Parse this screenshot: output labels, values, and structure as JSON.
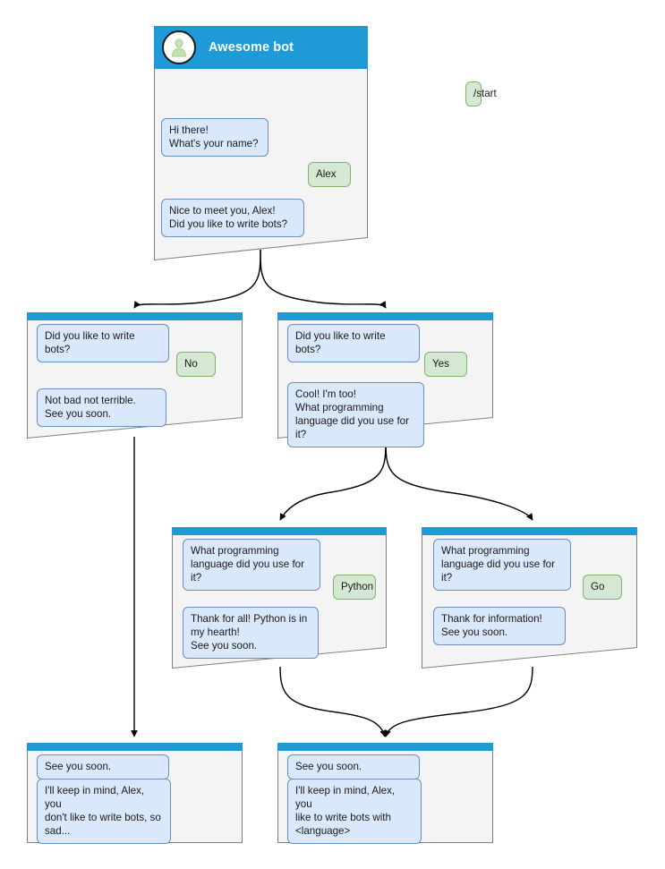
{
  "diagram": {
    "title": "Awesome bot conversation flow",
    "colors": {
      "header_blue": "#1e9ad6",
      "card_bg": "#f4f4f4",
      "card_border": "#808080",
      "bot_bubble_fill": "#dae8fc",
      "bot_bubble_border": "#6c8ebf",
      "user_bubble_fill": "#d5e8d4",
      "user_bubble_border": "#82b366",
      "avatar_person": "#a9d08e",
      "edge_stroke": "#000000"
    },
    "icons": {
      "avatar": "person-icon"
    }
  },
  "nodes": [
    {
      "id": "start",
      "header": {
        "type": "titled",
        "bot_name": "Awesome bot"
      },
      "messages": [
        {
          "role": "user",
          "text": "/start"
        },
        {
          "role": "bot",
          "text": "Hi there!\nWhat's your name?"
        },
        {
          "role": "user",
          "text": "Alex"
        },
        {
          "role": "bot",
          "text": "Nice to meet you, Alex!\nDid you like to write bots?"
        }
      ]
    },
    {
      "id": "answer-no",
      "header": {
        "type": "thin"
      },
      "messages": [
        {
          "role": "bot",
          "text": "Did you like to write bots?"
        },
        {
          "role": "user",
          "text": "No"
        },
        {
          "role": "bot",
          "text": "Not bad not terrible.\nSee you soon."
        }
      ]
    },
    {
      "id": "answer-yes",
      "header": {
        "type": "thin"
      },
      "messages": [
        {
          "role": "bot",
          "text": "Did you like to write bots?"
        },
        {
          "role": "user",
          "text": "Yes"
        },
        {
          "role": "bot",
          "text": "Cool! I'm too!\nWhat programming\nlanguage did you use for it?"
        }
      ]
    },
    {
      "id": "answer-python",
      "header": {
        "type": "thin"
      },
      "messages": [
        {
          "role": "bot",
          "text": "What programming\nlanguage did you use for it?"
        },
        {
          "role": "user",
          "text": "Python"
        },
        {
          "role": "bot",
          "text": "Thank for all! Python is in\nmy hearth!\nSee you soon."
        }
      ]
    },
    {
      "id": "answer-go",
      "header": {
        "type": "thin"
      },
      "messages": [
        {
          "role": "bot",
          "text": "What programming\nlanguage did you use for it?"
        },
        {
          "role": "user",
          "text": "Go"
        },
        {
          "role": "bot",
          "text": "Thank for information!\nSee you soon."
        }
      ]
    },
    {
      "id": "end-sad",
      "header": {
        "type": "thin"
      },
      "messages": [
        {
          "role": "bot",
          "text": "See you soon."
        },
        {
          "role": "bot",
          "text": "I'll keep in mind, Alex, you\ndon't like to write bots, so\nsad..."
        }
      ]
    },
    {
      "id": "end-happy",
      "header": {
        "type": "thin"
      },
      "messages": [
        {
          "role": "bot",
          "text": "See you soon."
        },
        {
          "role": "bot",
          "text": "I'll keep in mind, Alex, you\nlike to write bots with\n<language>"
        }
      ]
    }
  ],
  "edges": [
    {
      "from": "start",
      "to": "answer-no"
    },
    {
      "from": "start",
      "to": "answer-yes"
    },
    {
      "from": "answer-no",
      "to": "end-sad"
    },
    {
      "from": "answer-yes",
      "to": "answer-python"
    },
    {
      "from": "answer-yes",
      "to": "answer-go"
    },
    {
      "from": "answer-python",
      "to": "end-happy"
    },
    {
      "from": "answer-go",
      "to": "end-happy"
    }
  ]
}
